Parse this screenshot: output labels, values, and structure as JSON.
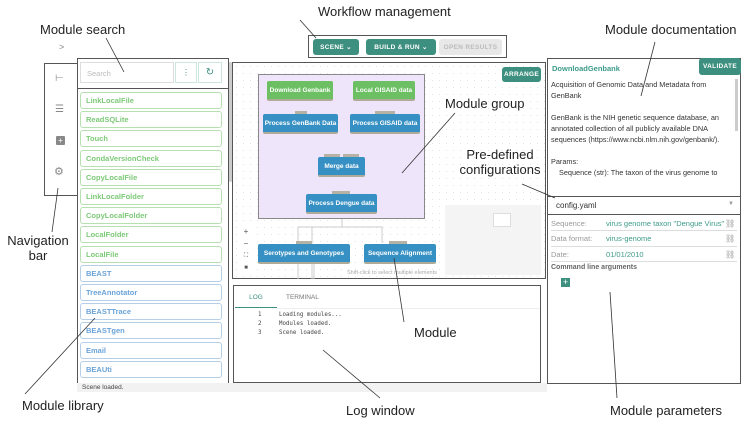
{
  "annotations": {
    "workflow": "Workflow management",
    "search": "Module search",
    "nav": "Navigation bar",
    "library": "Module library",
    "log": "Log window",
    "module": "Module",
    "group": "Module group",
    "configs": "Pre-defined configurations",
    "docs": "Module documentation",
    "params": "Module parameters"
  },
  "toolbar": {
    "scene": "SCENE",
    "build": "BUILD & RUN",
    "results": "OPEN RESULTS"
  },
  "sidebar": {
    "expand": ">",
    "icons": [
      "tree-icon",
      "list-icon",
      "add-box-icon",
      "gear-icon"
    ]
  },
  "library": {
    "search_placeholder": "Search",
    "items": [
      {
        "label": "LinkLocalFile",
        "kind": "green"
      },
      {
        "label": "ReadSQLite",
        "kind": "green"
      },
      {
        "label": "Touch",
        "kind": "green"
      },
      {
        "label": "CondaVersionCheck",
        "kind": "green"
      },
      {
        "label": "CopyLocalFile",
        "kind": "green"
      },
      {
        "label": "LinkLocalFolder",
        "kind": "green"
      },
      {
        "label": "CopyLocalFolder",
        "kind": "green"
      },
      {
        "label": "LocalFolder",
        "kind": "green"
      },
      {
        "label": "LocalFile",
        "kind": "green"
      },
      {
        "label": "BEAST",
        "kind": "blue"
      },
      {
        "label": "TreeAnnotator",
        "kind": "blue"
      },
      {
        "label": "BEASTTrace",
        "kind": "blue"
      },
      {
        "label": "BEASTgen",
        "kind": "blue"
      },
      {
        "label": "Email",
        "kind": "blue"
      },
      {
        "label": "BEAUti",
        "kind": "blue"
      }
    ]
  },
  "status": "Scene loaded.",
  "canvas": {
    "arrange": "ARRANGE",
    "hint": "Shift-click to select multiple elements",
    "nodes": {
      "download": "Download Genbank",
      "gisaid": "Local GISAID data",
      "procgb": "Process GenBank Data",
      "procgisaid": "Process GISAID data",
      "merge": "Merge data",
      "dengue": "Process Dengue data",
      "genotypes": "Serotypes and Genotypes",
      "align": "Sequence Alignment"
    }
  },
  "log": {
    "tabs": [
      "LOG",
      "TERMINAL"
    ],
    "lines": [
      {
        "n": "1",
        "t": "Loading modules..."
      },
      {
        "n": "2",
        "t": "Modules loaded."
      },
      {
        "n": "3",
        "t": "Scene loaded."
      }
    ]
  },
  "docs": {
    "title": "DownloadGenbank",
    "validate": "VALIDATE",
    "p1": "Acquisition of Genomic Data and Metadata from GenBank",
    "p2": "GenBank is the NIH genetic sequence database, an annotated collection of all publicly available DNA sequences (https://www.ncbi.nlm.nih.gov/genbank/).",
    "p3": "Params:",
    "p4": "Sequence (str): The taxon of the virus genome to"
  },
  "config": {
    "selected": "config.yaml"
  },
  "params": [
    {
      "label": "Sequence:",
      "value": "virus genome taxon \"Dengue Virus\""
    },
    {
      "label": "Data format:",
      "value": "virus-genome"
    },
    {
      "label": "Date:",
      "value": "01/01/2010"
    }
  ],
  "cmdline": "Command line arguments",
  "colors": {
    "accent": "#3d8f7f",
    "green_module": "#6cbf62",
    "blue_module": "#3690c3",
    "group": "#efe5fb"
  }
}
